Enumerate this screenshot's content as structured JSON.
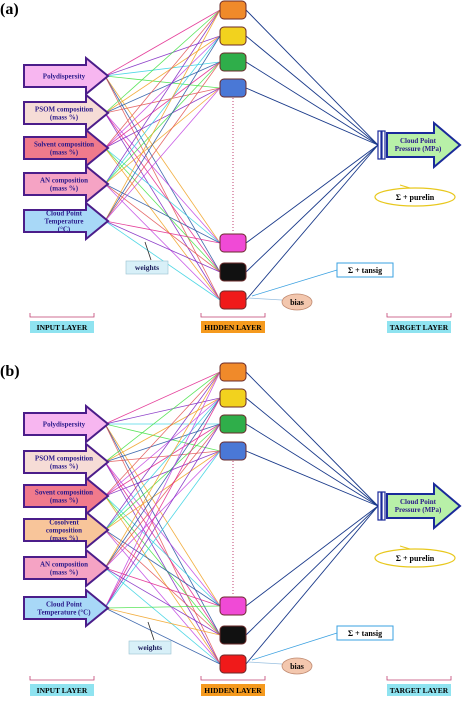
{
  "panels": [
    {
      "label": "(a)",
      "inputs": [
        {
          "lines": [
            "Polydispersity"
          ],
          "fill": "#f7b6f0"
        },
        {
          "lines": [
            "PSOM composition",
            "(mass %)"
          ],
          "fill": "#f6dcd6"
        },
        {
          "lines": [
            "Solvent composition",
            "(mass %)"
          ],
          "fill": "#f07a8c"
        },
        {
          "lines": [
            "AN composition",
            "(mass %)"
          ],
          "fill": "#f5a3c4"
        },
        {
          "lines": [
            "Cloud Point",
            "Temperature",
            "(°C)"
          ],
          "fill": "#a8d8f7"
        }
      ],
      "hidden_colors": [
        "#f08a2a",
        "#f2d21e",
        "#2fae4a",
        "#4a78d6",
        "#f04ad6",
        "#111111",
        "#f01a1a"
      ],
      "output_lines": [
        "Cloud Point",
        "Pressure (MPa)"
      ],
      "weights_label": "weights",
      "tansig_label": "Σ + tansig",
      "purelin_label": "Σ + purelin",
      "bias_label": "bias",
      "input_layer_label": "INPUT LAYER",
      "hidden_layer_label": "HIDDEN LAYER",
      "target_layer_label": "TARGET LAYER"
    },
    {
      "label": "(b)",
      "inputs": [
        {
          "lines": [
            "Polydispersity"
          ],
          "fill": "#f7b6f0"
        },
        {
          "lines": [
            "PSOM composition",
            "(mass %)"
          ],
          "fill": "#f6dcd6"
        },
        {
          "lines": [
            "Sovent composition",
            "(mass %)"
          ],
          "fill": "#f07a8c"
        },
        {
          "lines": [
            "Cosolvent",
            "composition",
            "(mass %)"
          ],
          "fill": "#f8c59a"
        },
        {
          "lines": [
            "AN composition",
            "(mass %)"
          ],
          "fill": "#f5a3c4"
        },
        {
          "lines": [
            "Cloud Point",
            "Temperature (°C)"
          ],
          "fill": "#a8d8f7"
        }
      ],
      "hidden_colors": [
        "#f08a2a",
        "#f2d21e",
        "#2fae4a",
        "#4a78d6",
        "#f04ad6",
        "#111111",
        "#f01a1a"
      ],
      "output_lines": [
        "Cloud Point",
        "Pressure (MPa)"
      ],
      "weights_label": "weights",
      "tansig_label": "Σ + tansig",
      "purelin_label": "Σ + purelin",
      "bias_label": "bias",
      "input_layer_label": "INPUT LAYER",
      "hidden_layer_label": "HIDDEN LAYER",
      "target_layer_label": "TARGET LAYER"
    }
  ],
  "colors": {
    "arrow_stroke": "#4b1d8a",
    "output_fill": "#b8f0a8",
    "output_stroke": "#1a2a9a",
    "input_label_bg": "#8fe3f0",
    "hidden_label_bg": "#f59a1e",
    "target_label_bg": "#8fe3f0",
    "weights_bg": "#d8f0f8",
    "bias_fill": "#f3c7ae",
    "purelin_stroke": "#e8c81e",
    "tansig_stroke": "#3aa0e0",
    "output_line": "#1a3a8a",
    "line_palette": [
      "#e0208a",
      "#7a20c0",
      "#30d0e0",
      "#40e040",
      "#f0a020",
      "#2050a0",
      "#e05050",
      "#c040e0"
    ]
  }
}
